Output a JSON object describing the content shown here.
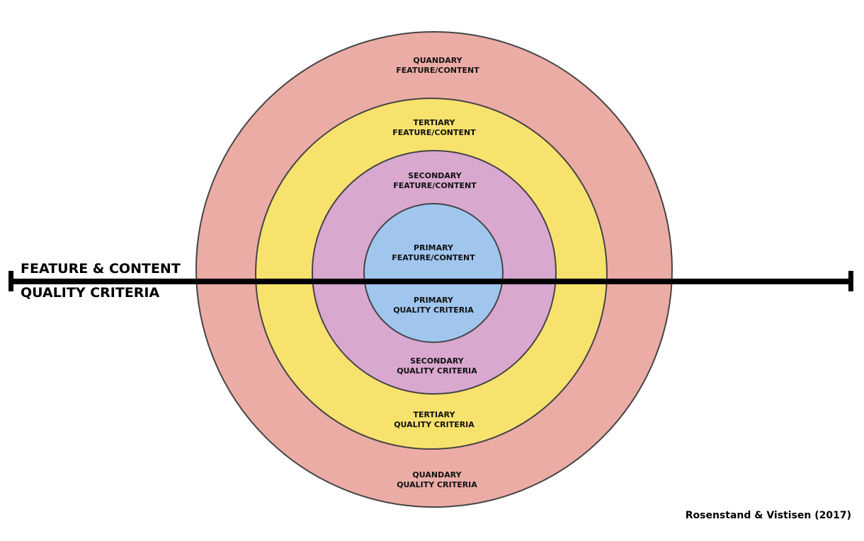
{
  "colors": {
    "quandary": "#ecaca6",
    "tertiary": "#f8e26e",
    "secondary": "#d9a8cf",
    "primary": "#a0c6ee",
    "stroke": "#444444",
    "axis": "#000000"
  },
  "axis": {
    "top_label": "FEATURE & CONTENT",
    "bottom_label": "QUALITY CRITERIA"
  },
  "rings": {
    "quandary": {
      "top_1": "QUANDARY",
      "top_2": "FEATURE/CONTENT",
      "bottom_1": "QUANDARY",
      "bottom_2": "QUALITY CRITERIA"
    },
    "tertiary": {
      "top_1": "TERTIARY",
      "top_2": "FEATURE/CONTENT",
      "bottom_1": "TERTIARY",
      "bottom_2": "QUALITY CRITERIA"
    },
    "secondary": {
      "top_1": "SECONDARY",
      "top_2": "FEATURE/CONTENT",
      "bottom_1": "SECONDARY",
      "bottom_2": "QUALITY CRITERIA"
    },
    "primary": {
      "top_1": "PRIMARY",
      "top_2": "FEATURE/CONTENT",
      "bottom_1": "PRIMARY",
      "bottom_2": "QUALITY CRITERIA"
    }
  },
  "credit": "Rosenstand & Vistisen (2017)"
}
